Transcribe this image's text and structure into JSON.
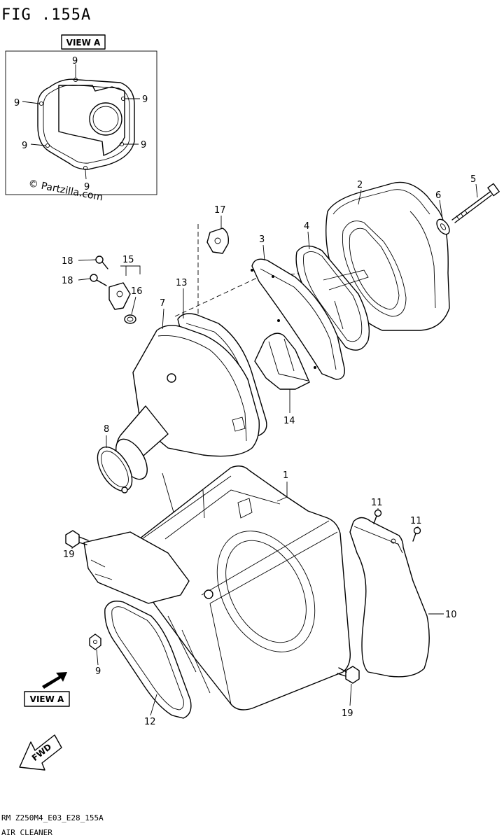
{
  "header": {
    "fig": "FIG .155A"
  },
  "inset": {
    "title": "VIEW A",
    "labels": [
      "9",
      "9",
      "9",
      "9",
      "9",
      "9"
    ],
    "watermark": "© Partzilla.com"
  },
  "callouts": [
    "2",
    "5",
    "6",
    "17",
    "4",
    "3",
    "18",
    "15",
    "18",
    "16",
    "13",
    "7",
    "14",
    "8",
    "1",
    "11",
    "11",
    "19",
    "10",
    "9",
    "19",
    "12"
  ],
  "view_a_label": "VIEW A",
  "fwd_label": "FWD",
  "footer": {
    "code": "RM Z250M4_E03_E28_155A",
    "title": "AIR CLEANER"
  }
}
